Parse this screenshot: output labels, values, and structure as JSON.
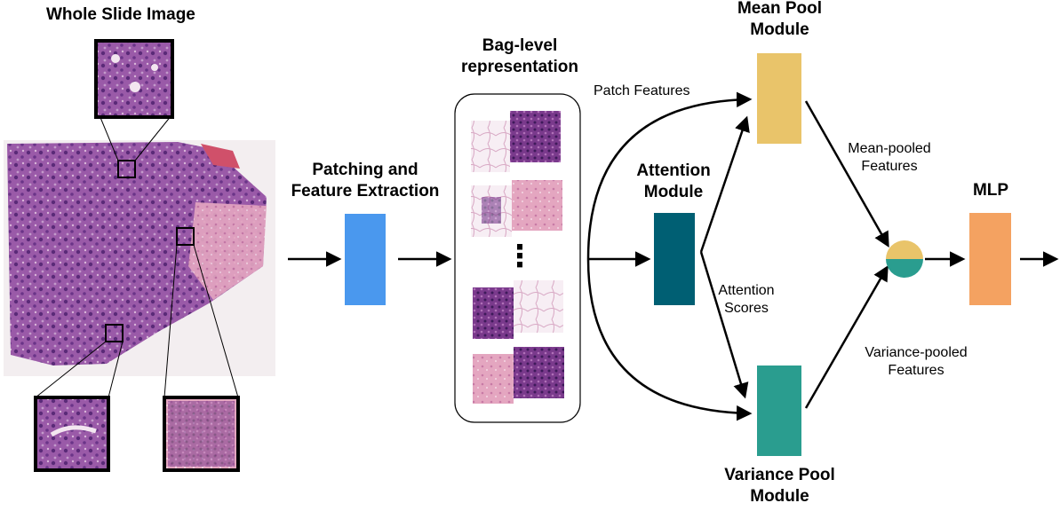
{
  "labels": {
    "whole_slide": "Whole Slide Image",
    "patching_line1": "Patching and",
    "patching_line2": "Feature Extraction",
    "bag_line1": "Bag-level",
    "bag_line2": "representation",
    "patch_features": "Patch Features",
    "attention_line1": "Attention",
    "attention_line2": "Module",
    "attention_scores_line1": "Attention",
    "attention_scores_line2": "Scores",
    "mean_pool_line1": "Mean Pool",
    "mean_pool_line2": "Module",
    "mean_pooled_line1": "Mean-pooled",
    "mean_pooled_line2": "Features",
    "variance_pooled_line1": "Variance-pooled",
    "variance_pooled_line2": "Features",
    "variance_pool_line1": "Variance Pool",
    "variance_pool_line2": "Module",
    "mlp": "MLP",
    "ellipsis": "⋮"
  },
  "colors": {
    "feature_extractor": "#4a98ee",
    "attention_module": "#005f73",
    "mean_pool": "#e9c46a",
    "variance_pool": "#2a9d8f",
    "mlp": "#f4a261",
    "tissue": "#8a4a9a"
  }
}
